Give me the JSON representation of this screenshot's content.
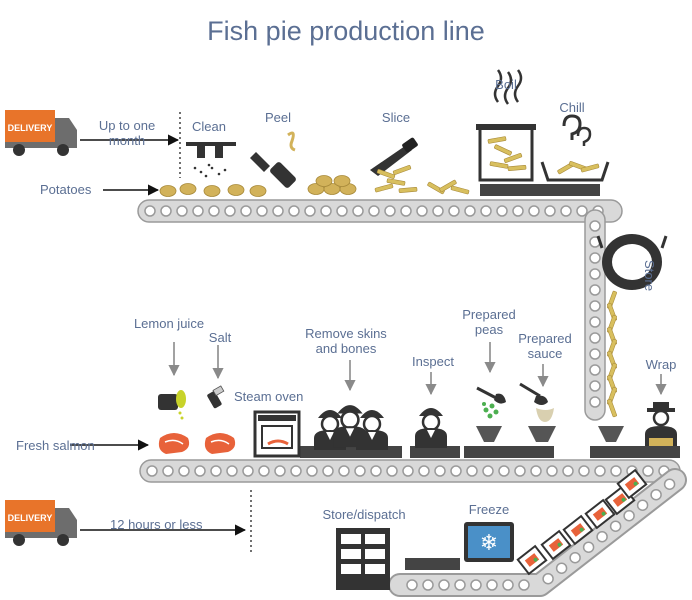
{
  "title": "Fish pie production line",
  "colors": {
    "label": "#5b6f93",
    "dark": "#333333",
    "belt": "#d9d9d9",
    "roller": "#9a9a9a",
    "potato": "#d2b25a",
    "salmon": "#e8623a",
    "truck_box": "#e8742a",
    "peas": "#4caf50",
    "lemon": "#c8d32a"
  },
  "trucks": {
    "badge": "DELIVERY"
  },
  "labels": {
    "up_to_one_month": "Up to one month",
    "potatoes": "Potatoes",
    "clean": "Clean",
    "peel": "Peel",
    "slice": "Slice",
    "boil": "Boil",
    "chill": "Chill",
    "store": "Store",
    "lemon_juice": "Lemon juice",
    "salt": "Salt",
    "steam_oven": "Steam oven",
    "remove": "Remove skins and bones",
    "inspect": "Inspect",
    "prepared_peas": "Prepared peas",
    "prepared_sauce": "Prepared sauce",
    "wrap": "Wrap",
    "fresh_salmon": "Fresh salmon",
    "twelve_hours": "12 hours or less",
    "store_dispatch": "Store/dispatch",
    "freeze": "Freeze"
  },
  "icons": [
    "delivery-truck-icon",
    "sprayer-icon",
    "peeler-icon",
    "knife-icon",
    "boiling-pot-icon",
    "chill-tray-icon",
    "storage-hopper-icon",
    "lemon-squeeze-icon",
    "salt-shaker-icon",
    "oven-icon",
    "worker-icon",
    "hopper-funnel-icon",
    "snowflake-icon",
    "warehouse-shelf-icon"
  ]
}
